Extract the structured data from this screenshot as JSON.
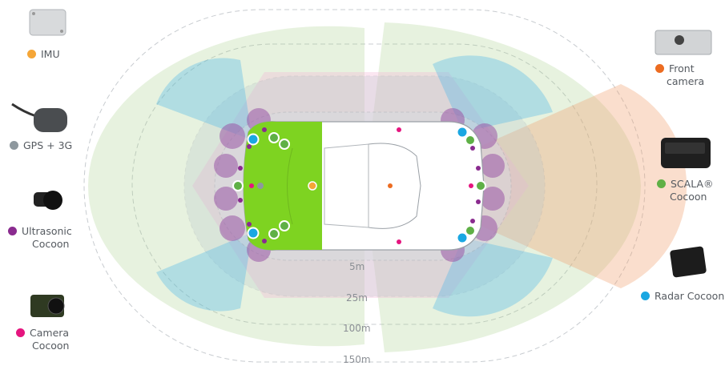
{
  "colors": {
    "imu": "#f5a637",
    "gps": "#8e989e",
    "ultrasonic": "#8a2b8f",
    "camera": "#e5157f",
    "front_camera": "#ec6c21",
    "scala": "#5fb046",
    "radar": "#1aa7e2",
    "car_green": "#7ed321"
  },
  "legend": {
    "imu": "IMU",
    "gps": "GPS + 3G",
    "ultrasonic_line1": "Ultrasonic",
    "ultrasonic_line2": "Cocoon",
    "camera_line1": "Camera",
    "camera_line2": "Cocoon",
    "front_camera_line1": "Front",
    "front_camera_line2": "camera",
    "scala_line1": "SCALA®",
    "scala_line2": "Cocoon",
    "radar": "Radar Cocoon"
  },
  "icons": {
    "imu": "imu-device-icon",
    "gps": "gps-antenna-icon",
    "ultrasonic": "ultrasonic-sensor-icon",
    "camera": "camera-module-icon",
    "front_camera": "front-camera-icon",
    "scala": "scala-lidar-icon",
    "radar": "radar-sensor-icon"
  },
  "rings": {
    "r5": "5m",
    "r25": "25m",
    "r100": "100m",
    "r150": "150m"
  }
}
